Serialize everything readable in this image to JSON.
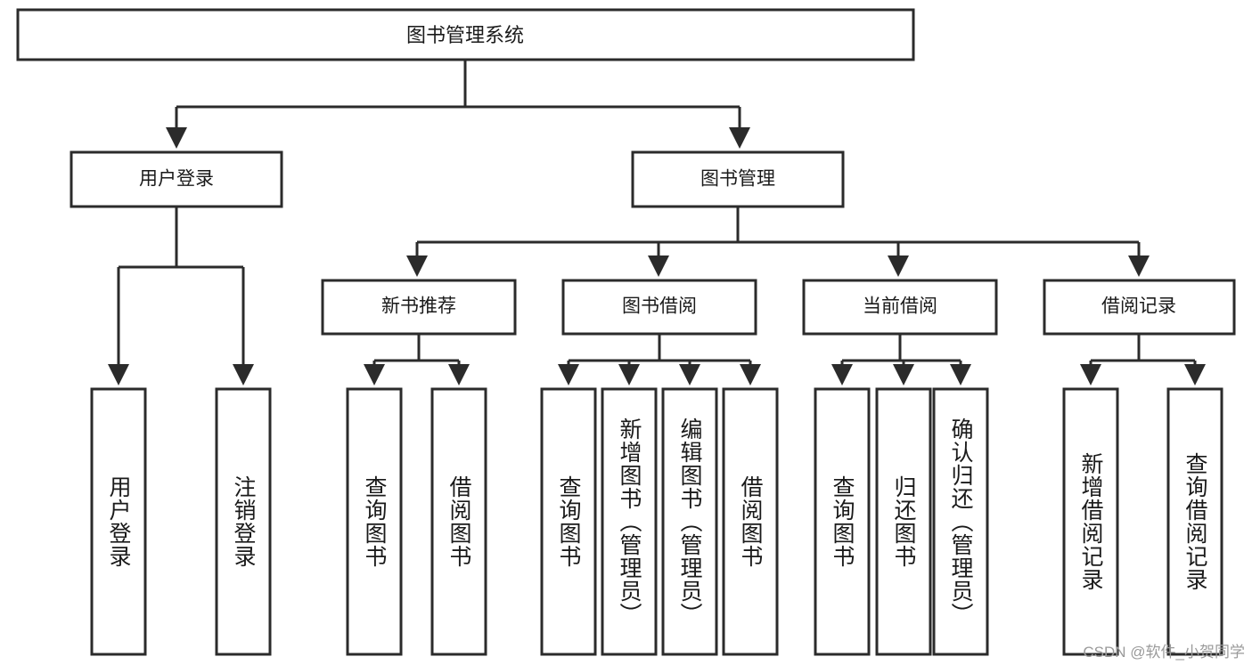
{
  "diagram": {
    "type": "tree-hierarchy",
    "title": "图书管理系统",
    "watermark": "CSDN @软件_小贺同学",
    "colors": {
      "stroke": "#2b2b2b",
      "fill": "#ffffff",
      "text": "#1a1a1a",
      "watermark": "#9a9a9a"
    },
    "root": {
      "label": "图书管理系统"
    },
    "level2": [
      {
        "label": "用户登录"
      },
      {
        "label": "图书管理"
      }
    ],
    "level3": [
      {
        "label": "新书推荐"
      },
      {
        "label": "图书借阅"
      },
      {
        "label": "当前借阅"
      },
      {
        "label": "借阅记录"
      }
    ],
    "leaves": {
      "user_login": [
        {
          "label": "用户登录"
        },
        {
          "label": "注销登录"
        }
      ],
      "new_book_recommend": [
        {
          "label": "查询图书"
        },
        {
          "label": "借阅图书"
        }
      ],
      "book_borrow": [
        {
          "label": "查询图书"
        },
        {
          "label": "新增图书（管理员）"
        },
        {
          "label": "编辑图书（管理员）"
        },
        {
          "label": "借阅图书"
        }
      ],
      "current_borrow": [
        {
          "label": "查询图书"
        },
        {
          "label": "归还图书"
        },
        {
          "label": "确认归还（管理员）"
        }
      ],
      "borrow_record": [
        {
          "label": "新增借阅记录"
        },
        {
          "label": "查询借阅记录"
        }
      ]
    }
  }
}
